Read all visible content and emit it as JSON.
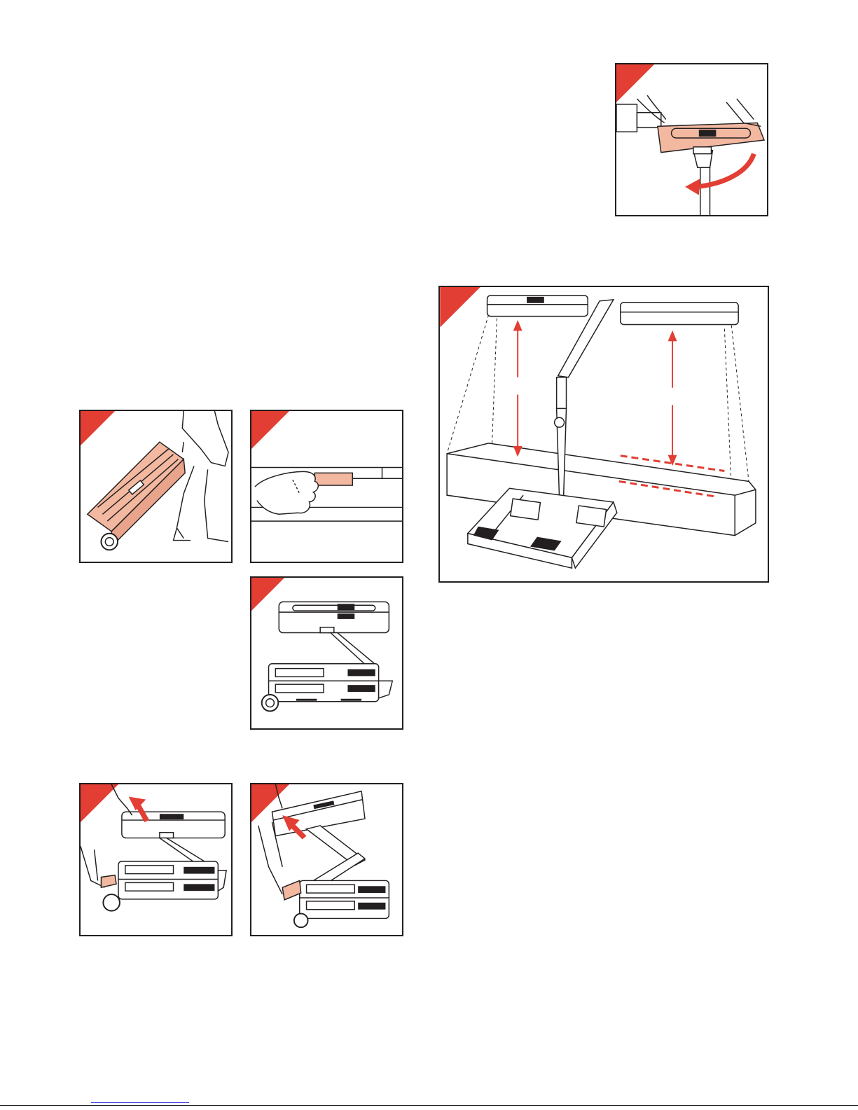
{
  "page": {
    "title": ""
  },
  "colors": {
    "accent": "#e23e33",
    "highlight_fill": "#f2b8a0",
    "line": "#231f20",
    "background": "#ffffff",
    "link": "#3a3ae0"
  },
  "panels": [
    {
      "id": "pull-cart",
      "icon": "trolley-pull-icon"
    },
    {
      "id": "release-latch",
      "icon": "latch-release-icon"
    },
    {
      "id": "unfolded-unit",
      "icon": "unfolded-projector-icon"
    },
    {
      "id": "lift-head",
      "icon": "lift-head-icon"
    },
    {
      "id": "raise-head-foot",
      "icon": "raise-head-icon"
    },
    {
      "id": "rotate-head",
      "icon": "rotate-head-icon"
    },
    {
      "id": "projection-setup",
      "icon": "projection-setup-icon"
    }
  ]
}
